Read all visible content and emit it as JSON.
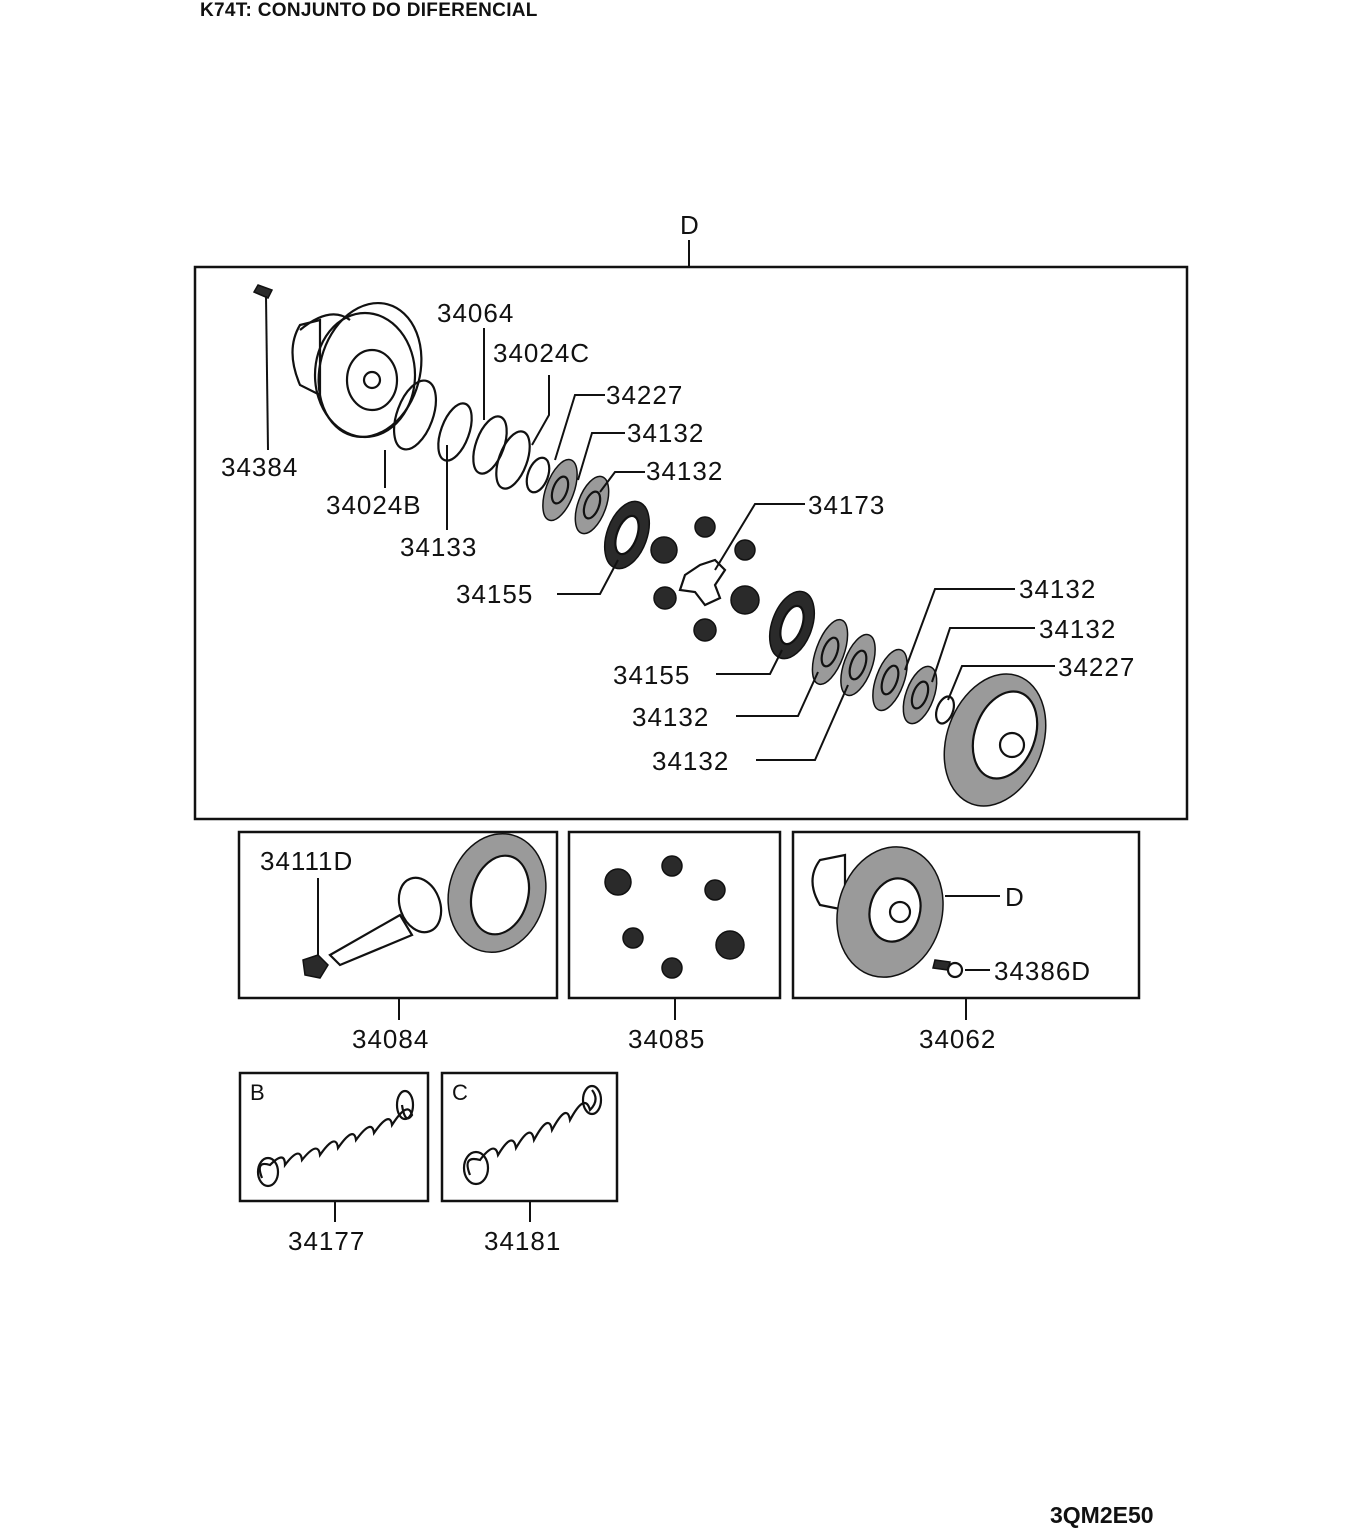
{
  "title": "K74T: CONJUNTO DO DIFERENCIAL",
  "diagram_code": "3QM2E50",
  "main_box": {
    "ref_letter": "D",
    "labels": [
      "34064",
      "34024C",
      "34227",
      "34132",
      "34132",
      "34173",
      "34384",
      "34024B",
      "34133",
      "34155",
      "34132",
      "34132",
      "34227",
      "34155",
      "34132",
      "34132"
    ]
  },
  "kit_34084": {
    "part_number": "34084",
    "inner_label": "34111D"
  },
  "kit_34085": {
    "part_number": "34085"
  },
  "kit_34062": {
    "part_number": "34062",
    "ref_letter": "D",
    "inner_label": "34386D"
  },
  "spring_b": {
    "letter": "B",
    "part_number": "34177"
  },
  "spring_c": {
    "letter": "C",
    "part_number": "34181"
  }
}
